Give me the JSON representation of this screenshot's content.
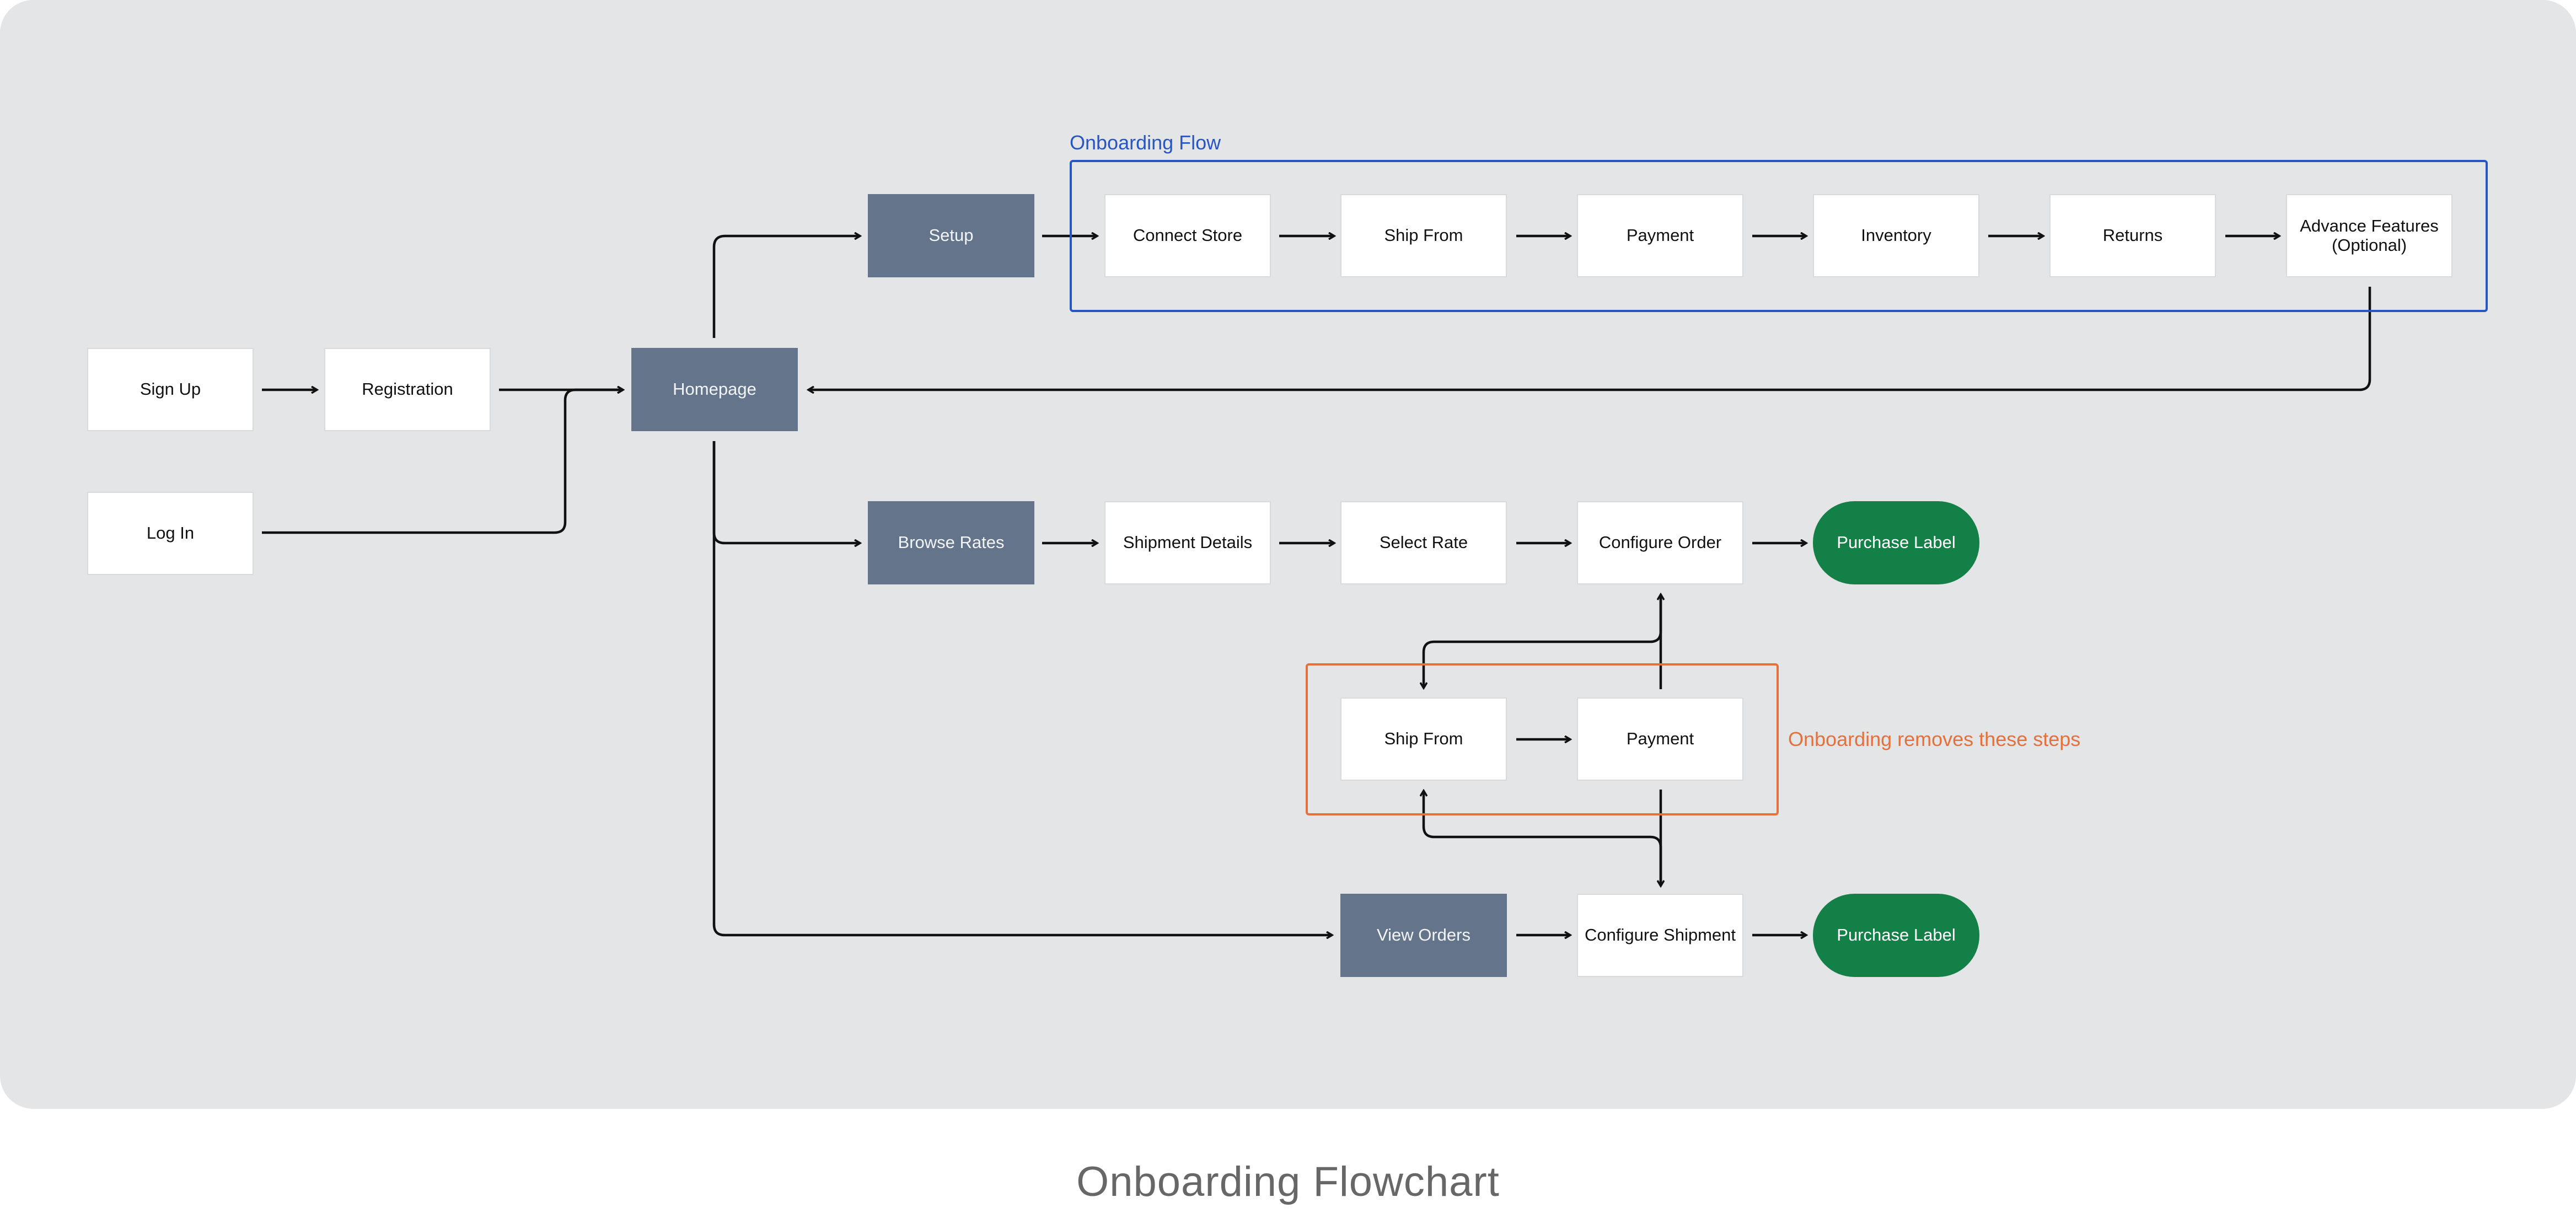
{
  "title": "Onboarding Flowchart",
  "groups": {
    "onboarding_flow": "Onboarding Flow",
    "onboarding_removes": "Onboarding removes these steps"
  },
  "nodes": {
    "sign_up": "Sign Up",
    "registration": "Registration",
    "log_in": "Log In",
    "homepage": "Homepage",
    "setup": "Setup",
    "connect_store": "Connect Store",
    "ship_from_1": "Ship From",
    "payment_1": "Payment",
    "inventory": "Inventory",
    "returns": "Returns",
    "advance_features": "Advance Features\n(Optional)",
    "browse_rates": "Browse Rates",
    "shipment_details": "Shipment Details",
    "select_rate": "Select Rate",
    "configure_order": "Configure Order",
    "purchase_label_1": "Purchase Label",
    "ship_from_2": "Ship From",
    "payment_2": "Payment",
    "view_orders": "View Orders",
    "configure_shipment": "Configure Shipment",
    "purchase_label_2": "Purchase Label"
  },
  "edges": [
    [
      "sign_up",
      "registration"
    ],
    [
      "registration",
      "homepage"
    ],
    [
      "log_in",
      "homepage"
    ],
    [
      "homepage",
      "setup"
    ],
    [
      "setup",
      "connect_store"
    ],
    [
      "connect_store",
      "ship_from_1"
    ],
    [
      "ship_from_1",
      "payment_1"
    ],
    [
      "payment_1",
      "inventory"
    ],
    [
      "inventory",
      "returns"
    ],
    [
      "returns",
      "advance_features"
    ],
    [
      "advance_features",
      "homepage"
    ],
    [
      "homepage",
      "browse_rates"
    ],
    [
      "browse_rates",
      "shipment_details"
    ],
    [
      "shipment_details",
      "select_rate"
    ],
    [
      "select_rate",
      "configure_order"
    ],
    [
      "configure_order",
      "purchase_label_1"
    ],
    [
      "configure_order",
      "ship_from_2"
    ],
    [
      "ship_from_2",
      "payment_2"
    ],
    [
      "payment_2",
      "configure_order"
    ],
    [
      "homepage",
      "view_orders"
    ],
    [
      "view_orders",
      "configure_shipment"
    ],
    [
      "configure_shipment",
      "ship_from_2"
    ],
    [
      "payment_2",
      "configure_shipment"
    ],
    [
      "configure_shipment",
      "purchase_label_2"
    ]
  ]
}
